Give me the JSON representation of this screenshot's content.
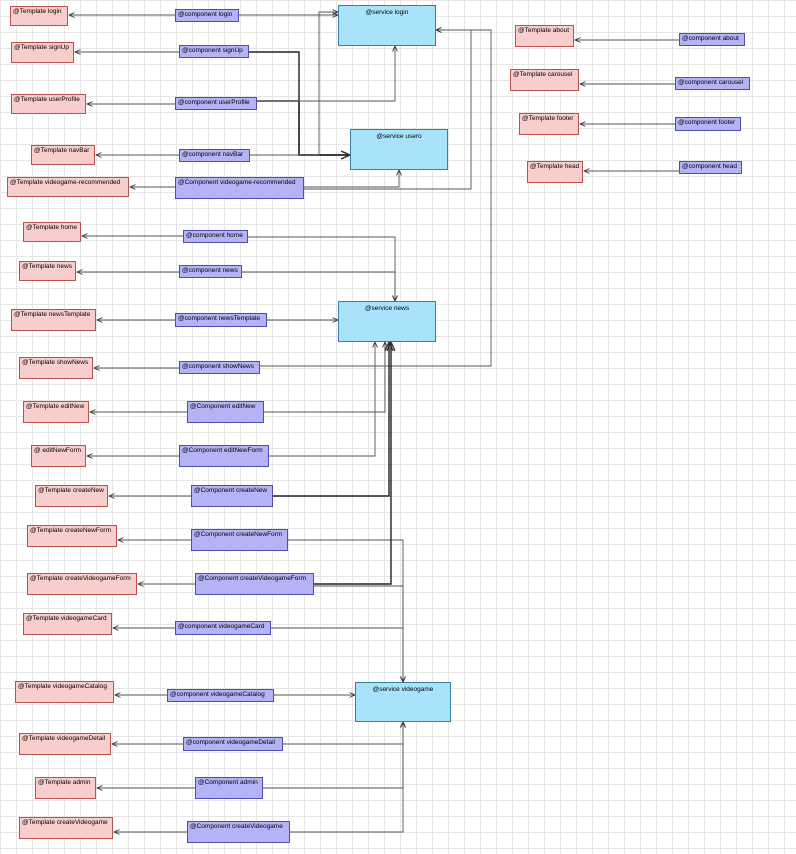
{
  "templates": [
    "@Template login",
    "@Template signUp",
    "@Template userProfile",
    "@Template navBar",
    "@Template videogame-recommended",
    "@Template home",
    "@Template news",
    "@Template newsTemplate",
    "@Template showNews",
    "@Template editNew",
    "@ editNewForm",
    "@Template createNew",
    "@Template createNewForm",
    "@Template createVideogameForm",
    "@Template videogameCard",
    "@Template videogameCatalog",
    "@Template videogameDetail",
    "@Template admin",
    "@Template createVideogame",
    "@Template about",
    "@Template carousel",
    "@Template footer",
    "@Template head"
  ],
  "components": [
    "@component login",
    "@component signUp",
    "@component userProfile",
    "@component navBar",
    "@Component videogame-recommended",
    "@component home",
    "@component news",
    "@component newsTemplate",
    "@component showNews",
    "@Component editNew",
    "@Component editNewForm",
    "@Component createNew",
    "@Component createNewForm",
    "@Component createVideogameForm",
    "@component videogameCard",
    "@component videogameCatalog",
    "@component videogameDetail",
    "@Component admin",
    "@Component createVideogame",
    "@component about",
    "@component carousel",
    "@component footer",
    "@component head"
  ],
  "services": [
    "@service login",
    "@service usero",
    "@service news",
    "@service videogame"
  ],
  "colors": {
    "template_fill": "#f8cecc",
    "template_border": "#b85450",
    "component_fill": "#b3b3f5",
    "component_border": "#4d4db3",
    "service_fill": "#a9e2fb",
    "service_border": "#3b7ea1",
    "edge": "#555555",
    "grid": "#e6e6e6"
  }
}
